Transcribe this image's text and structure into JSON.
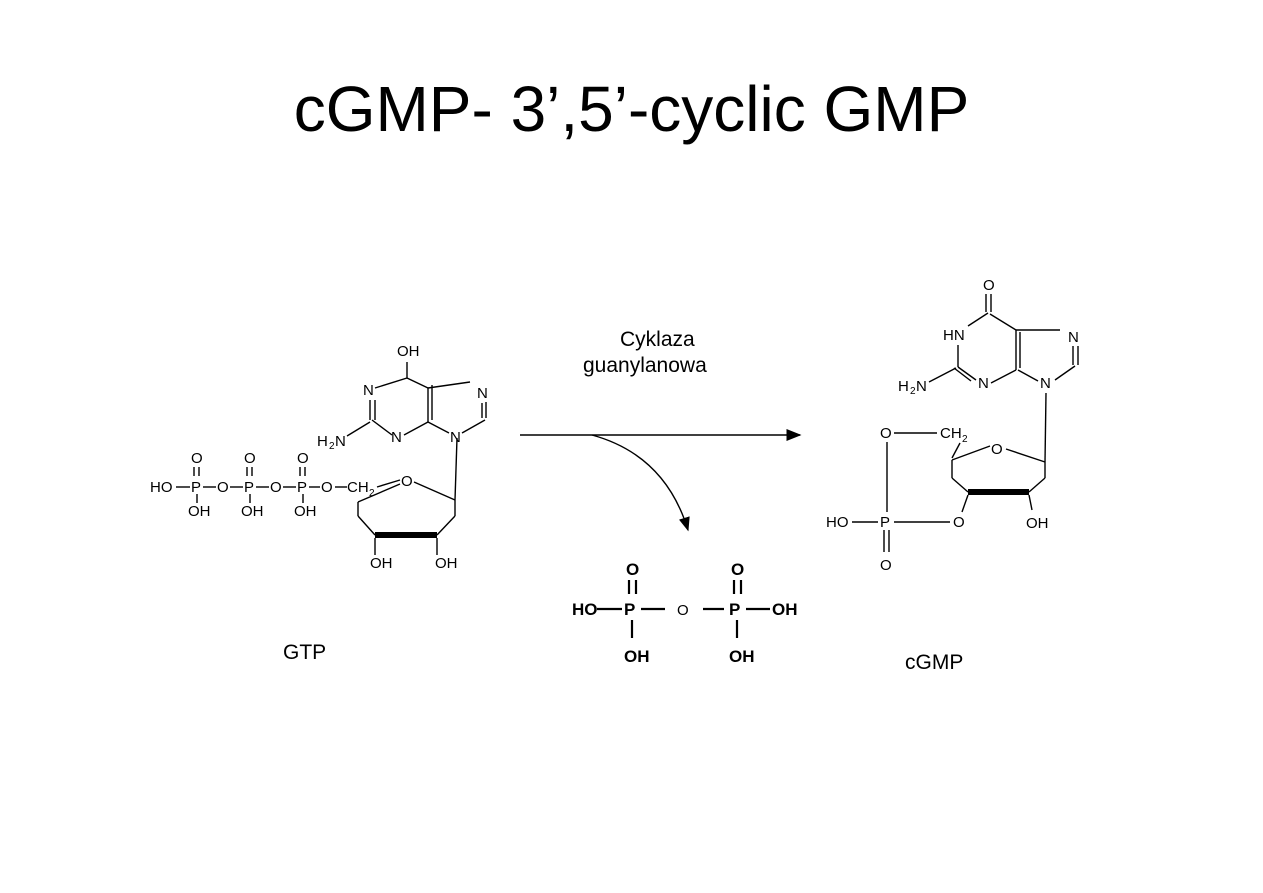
{
  "title": "cGMP- 3’,5’-cyclic GMP",
  "enzyme": {
    "line1": "Cyklaza",
    "line2": "guanylanowa"
  },
  "labels": {
    "gtp": "GTP",
    "cgmp": "cGMP"
  },
  "atoms": {
    "O": "O",
    "OH": "OH",
    "HO": "HO",
    "N": "N",
    "HN": "HN",
    "H": "H",
    "2": "2",
    "P": "P",
    "C": "C",
    "CH": "CH",
    "O_ring": "O"
  }
}
